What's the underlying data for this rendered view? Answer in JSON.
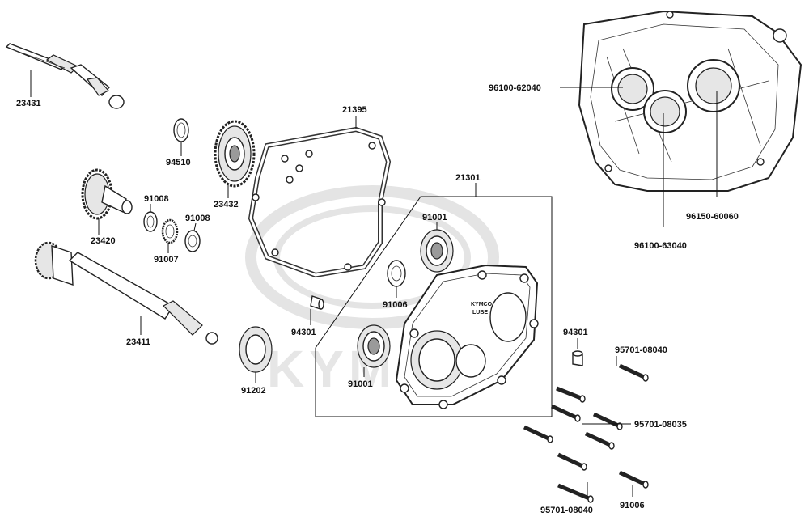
{
  "watermark": {
    "text": "KYMCO"
  },
  "case_marking": {
    "line1": "KYMCO",
    "line2": "LUBE"
  },
  "labels": {
    "l23431": "23431",
    "l94510": "94510",
    "l23432": "23432",
    "l21395": "21395",
    "l23420": "23420",
    "l91008a": "91008",
    "l91008b": "91008",
    "l91007": "91007",
    "l23411": "23411",
    "l21301": "21301",
    "l91001a": "91001",
    "l91006a": "91006",
    "l94301a": "94301",
    "l91001b": "91001",
    "l91202": "91202",
    "l94301b": "94301",
    "l95701_08040a": "95701-08040",
    "l95701_08035": "95701-08035",
    "l95701_08040b": "95701-08040",
    "l91006b": "91006",
    "l96100_62040": "96100-62040",
    "l96150_60060": "96150-60060",
    "l96100_63040": "96100-63040"
  }
}
